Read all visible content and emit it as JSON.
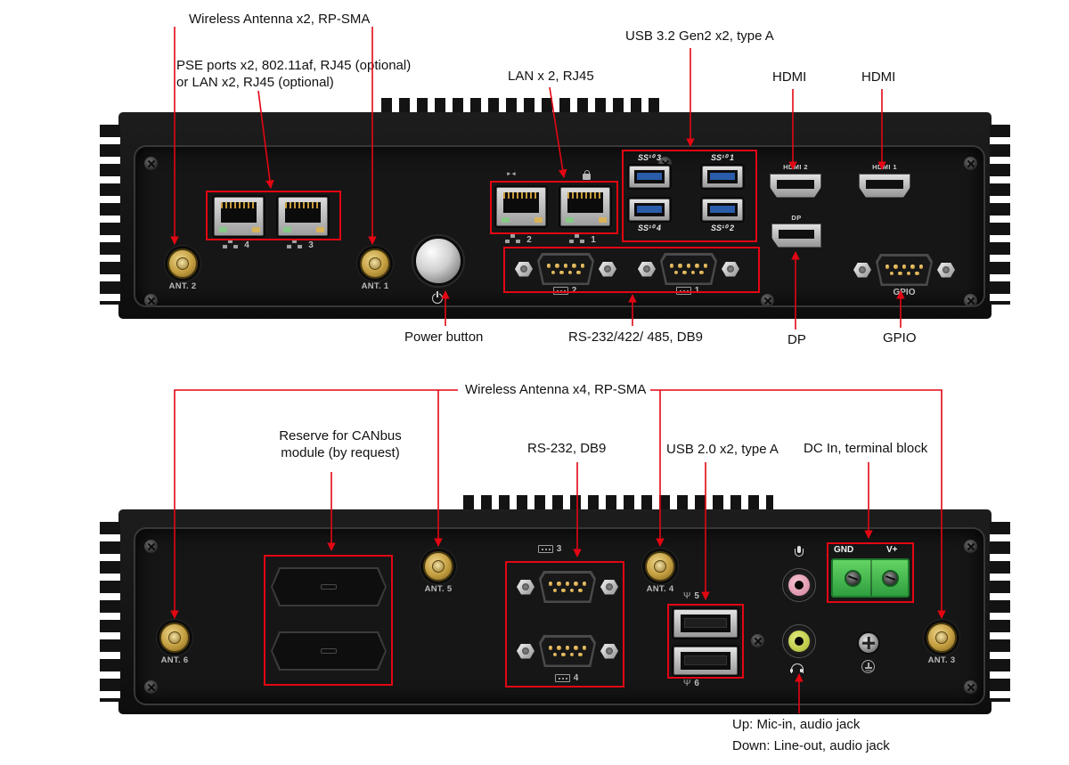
{
  "colors": {
    "callout_red": "#e30613",
    "chassis": "#141414",
    "antenna_gold": "#c8a243",
    "usb3_blue": "#2a5caa",
    "terminal_green": "#44c24e",
    "mic_pink": "#eaa8bc",
    "lineout_yellow": "#c9d44a"
  },
  "icons": {
    "usb_trident": "Ψ",
    "lan_arrows": "►◄"
  },
  "top_view": {
    "callouts": {
      "wireless": "Wireless Antenna x2, RP-SMA",
      "pse_line1": "PSE ports x2, 802.11af, RJ45 (optional)",
      "pse_line2": "or LAN x2, RJ45 (optional)",
      "lan": "LAN x 2, RJ45",
      "usb": "USB 3.2 Gen2 x2, type A",
      "hdmi_left": "HDMI",
      "hdmi_right": "HDMI",
      "power": "Power button",
      "serial": "RS-232/422/ 485, DB9",
      "dp": "DP",
      "gpio": "GPIO"
    },
    "panel": {
      "ant2": "ANT. 2",
      "ant1": "ANT. 1",
      "rj45_4": "4",
      "rj45_3": "3",
      "lan_2": "2",
      "lan_1": "1",
      "usb_3": "SS¹⁰ 3",
      "usb_1": "SS¹⁰ 1",
      "usb_4": "SS¹⁰ 4",
      "usb_2": "SS¹⁰ 2",
      "hdmi_2": "HDMI 2",
      "hdmi_1": "HDMI 1",
      "dp_logo": "DP",
      "db9_2": "2",
      "db9_1": "1",
      "gpio": "GPIO"
    }
  },
  "bottom_view": {
    "callouts": {
      "wireless": "Wireless Antenna x4, RP-SMA",
      "canbus_line1": "Reserve for CANbus",
      "canbus_line2": "module (by request)",
      "rs232": "RS-232, DB9",
      "usb2": "USB 2.0 x2, type A",
      "dcin": "DC In, terminal block",
      "audio_up": "Up: Mic-in, audio jack",
      "audio_down": "Down: Line-out, audio jack"
    },
    "panel": {
      "ant6": "ANT. 6",
      "ant5": "ANT. 5",
      "ant4": "ANT. 4",
      "ant3": "ANT. 3",
      "db9_3": "3",
      "db9_4": "4",
      "usb_5": "5",
      "usb_6": "6",
      "gnd": "GND",
      "vplus": "V+"
    }
  }
}
